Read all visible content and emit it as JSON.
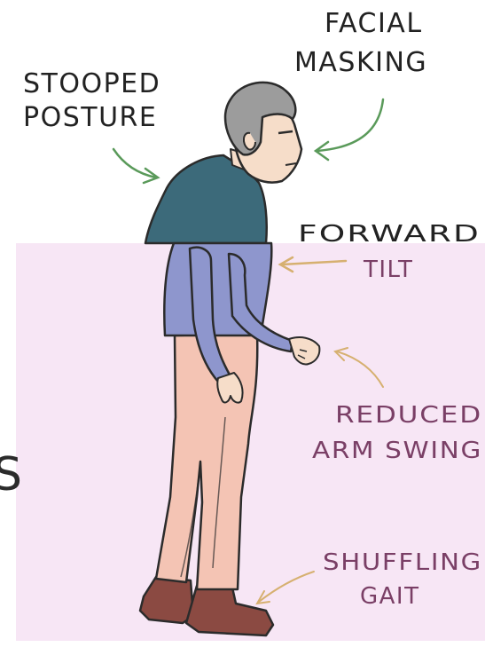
{
  "labels": {
    "stooped_line1": "STOOPED",
    "stooped_line2": "POSTURE",
    "facial_line1": "FACIAL",
    "facial_line2": "MASKING",
    "forward_line1": "FORWARD",
    "forward_line2": "TILT",
    "arm_line1": "REDUCED",
    "arm_line2": "ARM SWING",
    "gait_line1": "SHUFFLING",
    "gait_line2": "GAIT",
    "left_edge_fragment": "S"
  },
  "colors": {
    "panel_background": "#f7e6f5",
    "page_background": "#ffffff",
    "shirt_top": "#3c6a7a",
    "shirt_bottom": "#8e96cd",
    "trousers": "#f4c4b4",
    "skin": "#f6ddc9",
    "hair": "#9c9c9c",
    "shoes": "#8b4a42",
    "ink": "#2b2b2b",
    "label_text_top": "#222222",
    "label_text_panel": "#7a3f66",
    "arrow_top": "#5a9a5a",
    "arrow_panel": "#d6b070"
  }
}
